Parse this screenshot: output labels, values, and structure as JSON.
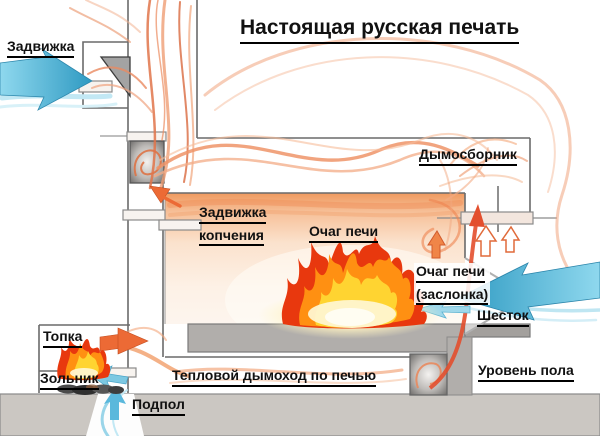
{
  "title": "Настоящая русская печать",
  "labels": {
    "damper": "Задвижка",
    "smoke_collector": "Дымосборник",
    "smoking_damper_line1": "Задвижка",
    "smoking_damper_line2": "копчения",
    "hearth": "Очаг печи",
    "hearth_flap_line1": "Очаг печи",
    "hearth_flap_line2": "(заслонка)",
    "shestok": "Шесток",
    "firebox": "Топка",
    "ash_pan": "Зольник",
    "thermal_flue": "Тепловой дымоход по печью",
    "floor_level": "Уровень пола",
    "underfloor": "Подпол"
  },
  "colors": {
    "smoke": "#ef9a70",
    "fire_red": "#e8380f",
    "fire_orange": "#ff9012",
    "fire_yellow": "#ffd431",
    "air_blue": "#5ab8dc",
    "structure_grey": "#b1aeab",
    "label_text": "#111111"
  }
}
